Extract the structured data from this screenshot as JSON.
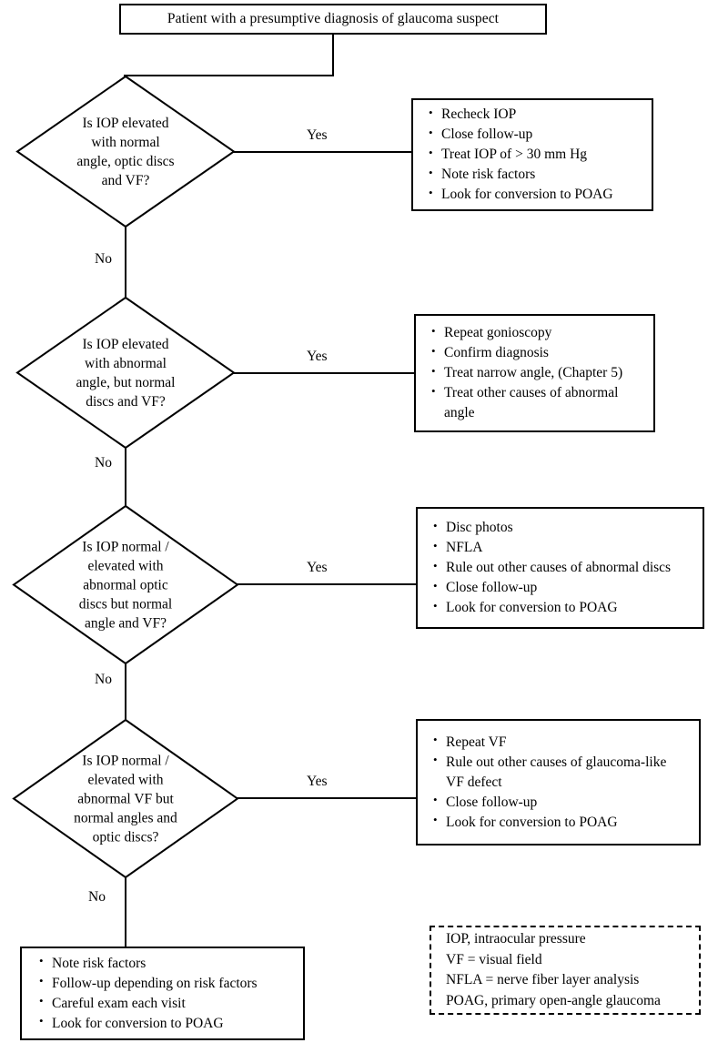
{
  "diagram": {
    "title_box": {
      "text": "Patient with a presumptive diagnosis of glaucoma suspect"
    },
    "edge_labels": {
      "yes": "Yes",
      "no": "No"
    },
    "decisions": [
      {
        "id": "decision-1",
        "lines": [
          "Is IOP elevated",
          "with normal",
          "angle, optic discs",
          "and VF?"
        ],
        "yes_label": "Yes",
        "no_label": "No"
      },
      {
        "id": "decision-2",
        "lines": [
          "Is IOP elevated",
          "with abnormal",
          "angle, but normal",
          "discs and VF?"
        ],
        "yes_label": "Yes",
        "no_label": "No"
      },
      {
        "id": "decision-3",
        "lines": [
          "Is IOP normal /",
          "elevated with",
          "abnormal optic",
          "discs but normal",
          "angle and VF?"
        ],
        "yes_label": "Yes",
        "no_label": "No"
      },
      {
        "id": "decision-4",
        "lines": [
          "Is IOP normal /",
          "elevated with",
          "abnormal VF but",
          "normal angles and",
          "optic discs?"
        ],
        "yes_label": "Yes",
        "no_label": "No"
      }
    ],
    "action_boxes": [
      {
        "id": "action-box-1",
        "bullets": [
          "Recheck IOP",
          "Close follow-up",
          "Treat IOP of > 30 mm Hg",
          "Note risk factors",
          "Look for conversion to POAG"
        ]
      },
      {
        "id": "action-box-2",
        "bullets": [
          "Repeat gonioscopy",
          "Confirm diagnosis",
          "Treat narrow angle, (Chapter 5)",
          "Treat other causes of abnormal angle"
        ]
      },
      {
        "id": "action-box-3",
        "bullets": [
          "Disc photos",
          "NFLA",
          "Rule out other causes of abnormal discs",
          "Close follow-up",
          "Look for conversion to POAG"
        ]
      },
      {
        "id": "action-box-4",
        "bullets": [
          "Repeat VF",
          "Rule out other causes of glaucoma-like VF defect",
          "Close follow-up",
          "Look for conversion to POAG"
        ]
      }
    ],
    "final_box": {
      "id": "final-action-box",
      "bullets": [
        "Note risk factors",
        "Follow-up depending on risk factors",
        "Careful exam each visit",
        "Look for conversion to POAG"
      ]
    },
    "legend": {
      "id": "abbreviation-legend",
      "lines": [
        "IOP, intraocular pressure",
        "VF = visual field",
        "NFLA = nerve fiber layer analysis",
        "POAG, primary open-angle glaucoma"
      ]
    },
    "colors": {
      "stroke": "#000000",
      "background": "#ffffff"
    }
  }
}
